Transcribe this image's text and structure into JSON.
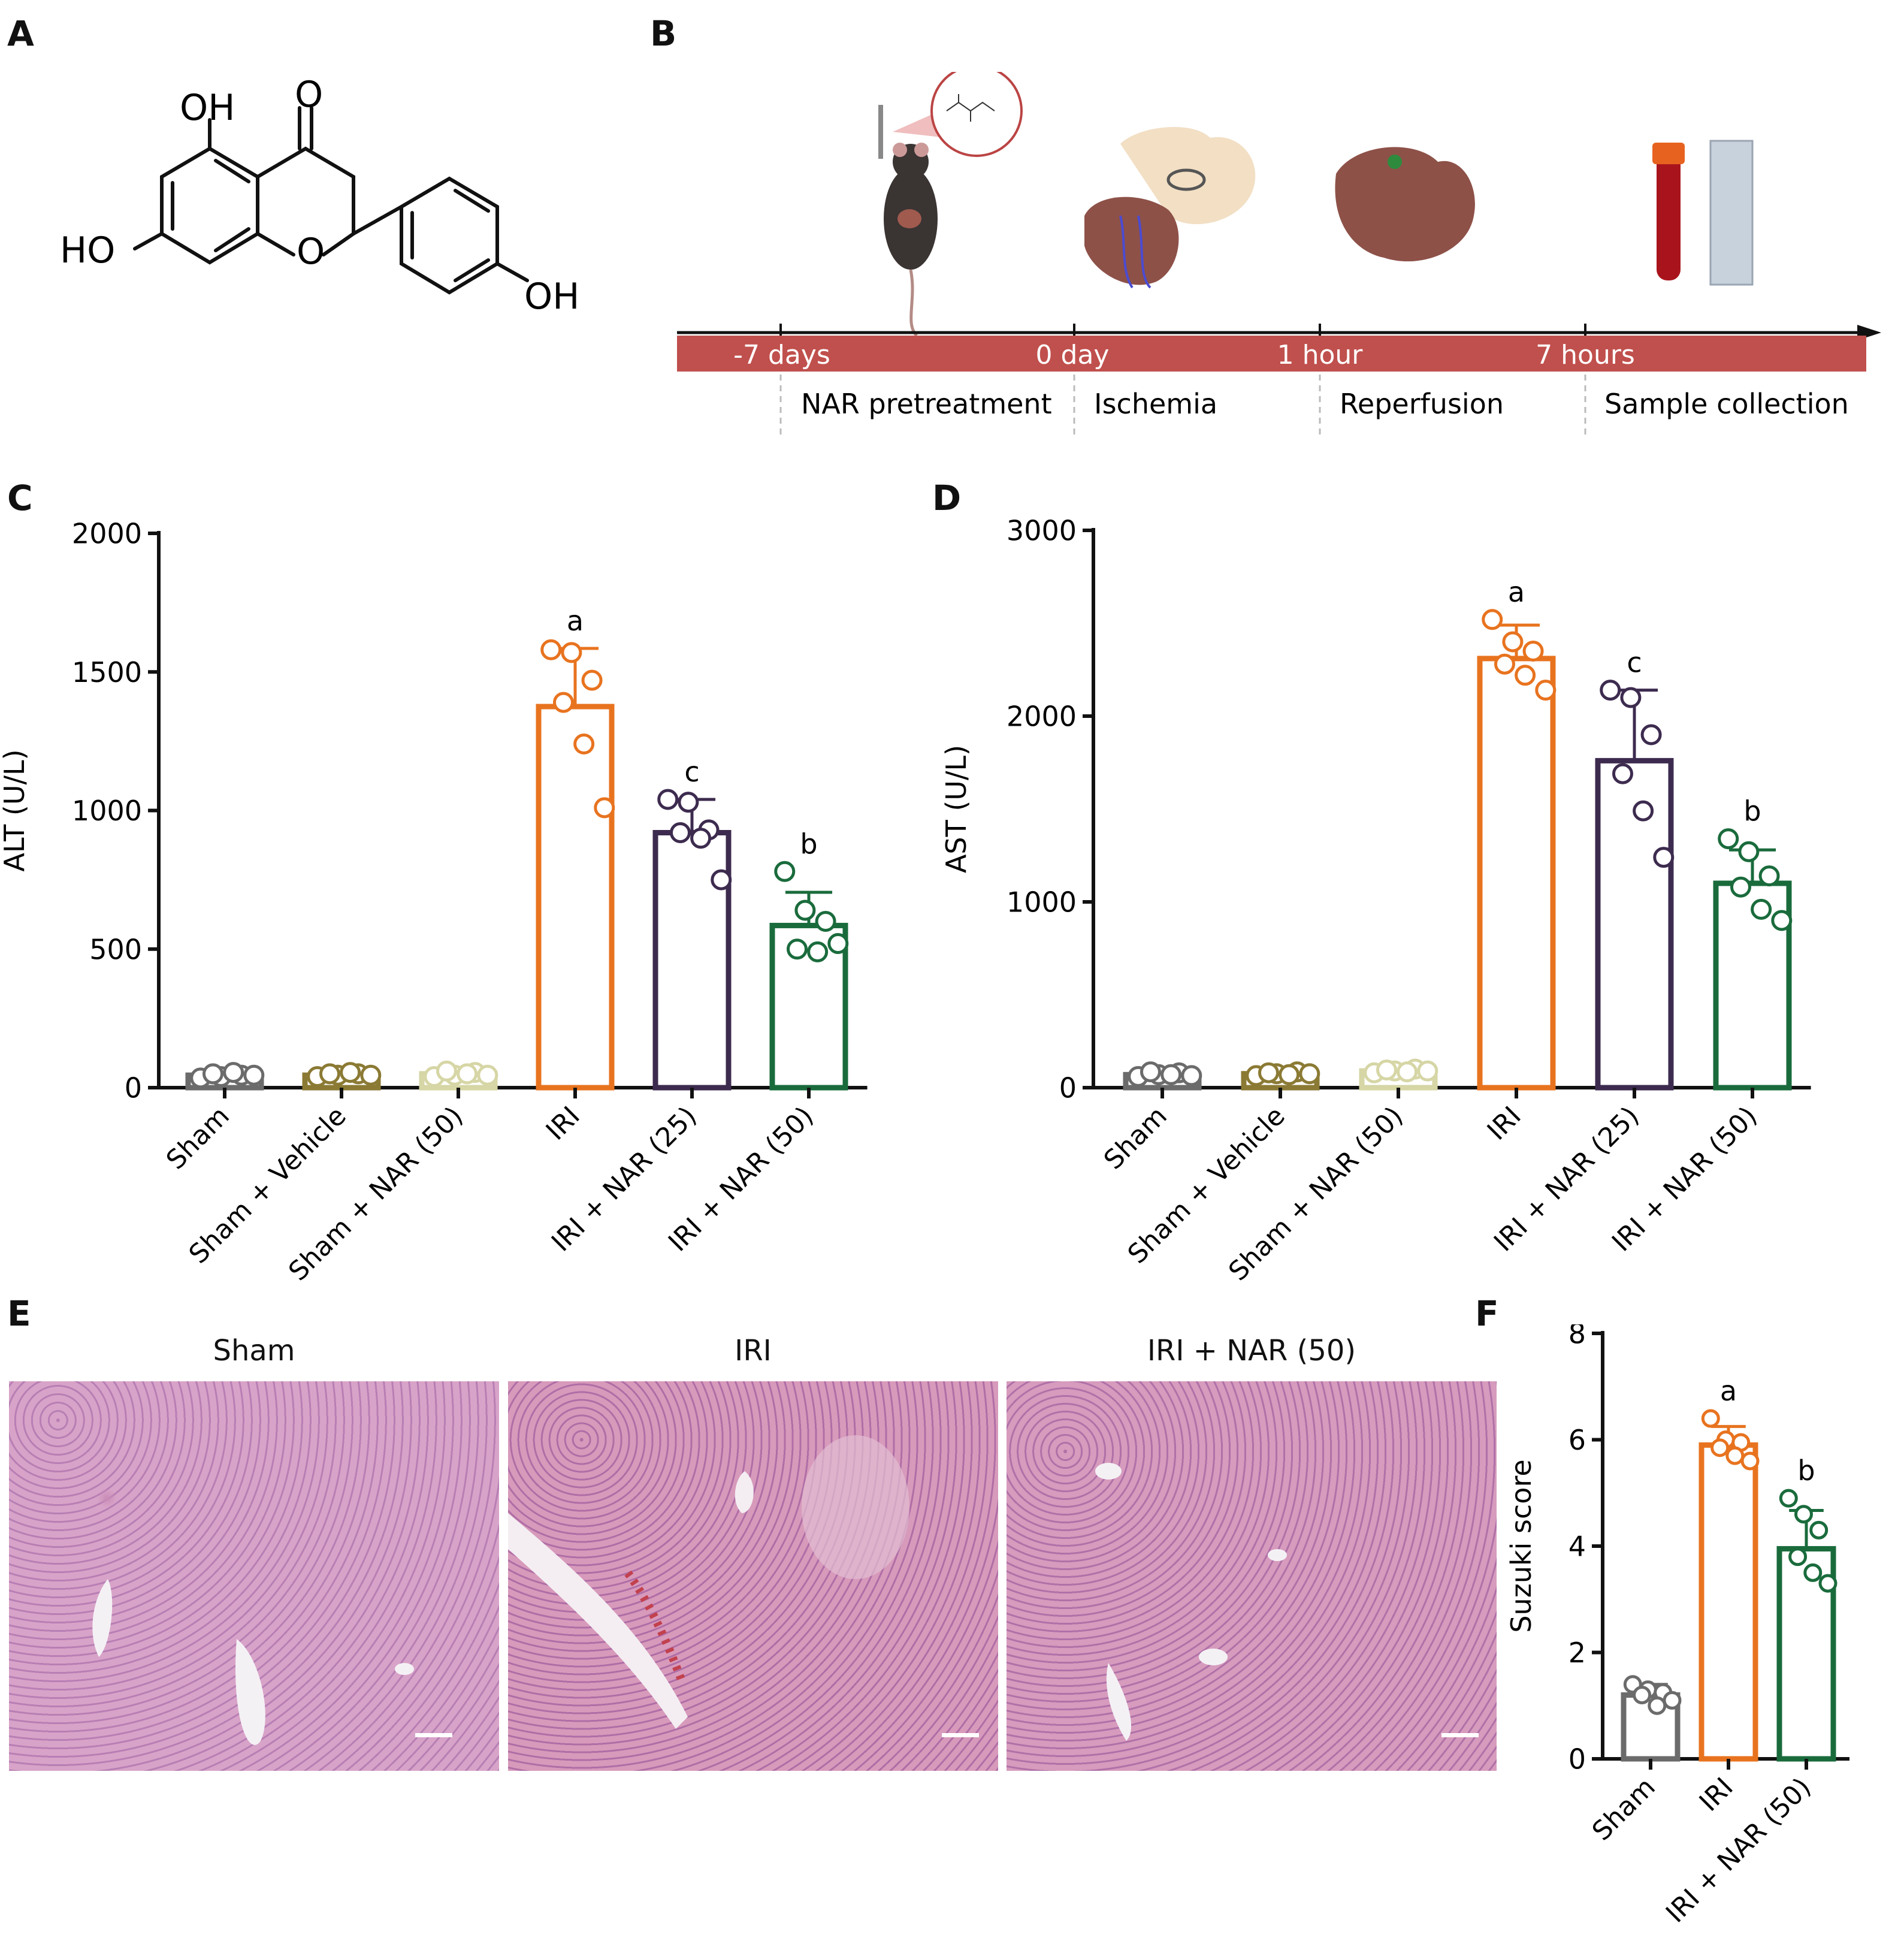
{
  "panels": {
    "a": "A",
    "b": "B",
    "c": "C",
    "d": "D",
    "e": "E",
    "f": "F"
  },
  "chemistry": {
    "labels": [
      "OH",
      "O",
      "HO",
      "O",
      "OH"
    ]
  },
  "timeline": {
    "bar_color": "#c0504d",
    "times": [
      "-7 days",
      "0 day",
      "1 hour",
      "7 hours"
    ],
    "phases": [
      "NAR pretreatment",
      "Ischemia",
      "Reperfusion",
      "Sample collection"
    ],
    "icons": [
      "mouse-injection-icon",
      "liver-clamp-icon",
      "liver-icon",
      "blood-tube-icon",
      "slide-icon"
    ]
  },
  "colors": {
    "sham": "#6b6b6b",
    "sham_vehicle": "#8b7a34",
    "sham_nar": "#d6d6a6",
    "iri": "#e8731f",
    "iri_nar25": "#3d2b4f",
    "iri_nar50": "#1a6b3c"
  },
  "chart_data": [
    {
      "panel": "C",
      "type": "bar",
      "ylabel": "ALT (U/L)",
      "ylim": [
        0,
        2000
      ],
      "yticks": [
        "0",
        "500",
        "1000",
        "1500",
        "2000"
      ],
      "categories": [
        "Sham",
        "Sham + Vehicle",
        "Sham + NAR (50)",
        "IRI",
        "IRI + NAR (25)",
        "IRI + NAR (50)"
      ],
      "values": [
        45,
        45,
        50,
        1375,
        920,
        585
      ],
      "errors": [
        10,
        10,
        12,
        210,
        120,
        120
      ],
      "annotations": [
        "",
        "",
        "",
        "a",
        "c",
        "b"
      ],
      "points": [
        [
          35,
          40,
          45,
          50,
          55,
          45
        ],
        [
          40,
          45,
          50,
          50,
          55,
          45
        ],
        [
          40,
          45,
          55,
          60,
          50,
          45
        ],
        [
          1580,
          1570,
          1470,
          1390,
          1240,
          1010
        ],
        [
          1040,
          1030,
          930,
          920,
          900,
          750
        ],
        [
          780,
          640,
          600,
          500,
          490,
          520
        ]
      ]
    },
    {
      "panel": "D",
      "type": "bar",
      "ylabel": "AST (U/L)",
      "ylim": [
        0,
        3000
      ],
      "yticks": [
        "0",
        "1000",
        "2000",
        "3000"
      ],
      "categories": [
        "Sham",
        "Sham + Vehicle",
        "Sham + NAR (50)",
        "IRI",
        "IRI + NAR (25)",
        "IRI + NAR (50)"
      ],
      "values": [
        70,
        75,
        90,
        2310,
        1760,
        1100
      ],
      "errors": [
        15,
        15,
        18,
        180,
        380,
        180
      ],
      "annotations": [
        "",
        "",
        "",
        "a",
        "c",
        "b"
      ],
      "points": [
        [
          60,
          70,
          80,
          85,
          70,
          65
        ],
        [
          65,
          75,
          85,
          80,
          70,
          75
        ],
        [
          80,
          90,
          100,
          95,
          85,
          90
        ],
        [
          2520,
          2400,
          2350,
          2280,
          2220,
          2140
        ],
        [
          2140,
          2100,
          1900,
          1690,
          1490,
          1240
        ],
        [
          1340,
          1270,
          1140,
          1080,
          960,
          900
        ]
      ]
    },
    {
      "panel": "F",
      "type": "bar",
      "ylabel": "Suzuki score",
      "ylim": [
        0,
        8
      ],
      "yticks": [
        "0",
        "2",
        "4",
        "6",
        "8"
      ],
      "categories": [
        "Sham",
        "IRI",
        "IRI + NAR (50)"
      ],
      "values": [
        1.2,
        5.9,
        3.95
      ],
      "errors": [
        0.2,
        0.35,
        0.72
      ],
      "annotations": [
        "",
        "a",
        "b"
      ],
      "points": [
        [
          1.4,
          1.3,
          1.25,
          1.2,
          1.0,
          1.1
        ],
        [
          6.4,
          6.0,
          5.95,
          5.85,
          5.7,
          5.6
        ],
        [
          4.9,
          4.6,
          4.3,
          3.8,
          3.5,
          3.3
        ]
      ]
    }
  ],
  "histology": {
    "titles": [
      "Sham",
      "IRI",
      "IRI + NAR (50)"
    ]
  }
}
